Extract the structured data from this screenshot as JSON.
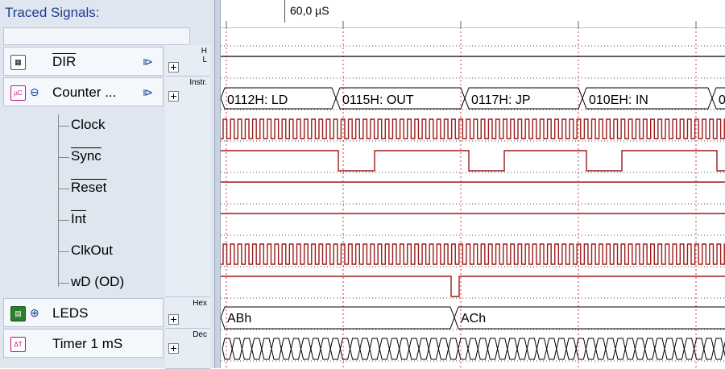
{
  "panel": {
    "title": "Traced Signals:"
  },
  "time_label": "60,0 µS",
  "signals": [
    {
      "name": "DIR",
      "mode": "H\nL",
      "icon": "switch-icon"
    },
    {
      "name": "Counter ...",
      "mode": "Instr.",
      "icon": "microcontroller-icon"
    },
    {
      "name": "LEDS",
      "mode": "Hex",
      "icon": "leds-icon"
    },
    {
      "name": "Timer 1 mS",
      "mode": "Dec",
      "icon": "timer-icon"
    }
  ],
  "children": [
    {
      "name": "Clock"
    },
    {
      "name": "Sync"
    },
    {
      "name": "Reset"
    },
    {
      "name": "Int"
    },
    {
      "name": "ClkOut"
    },
    {
      "name": "wD (OD)"
    }
  ],
  "instructions": [
    "0112H: LD",
    "0115H: OUT",
    "0117H: JP",
    "010EH: IN",
    "0"
  ],
  "leds_values": [
    "ABh",
    "ACh"
  ],
  "colors": {
    "accent": "#1c3f8f",
    "wave": "#9b1b1b",
    "grid_red": "#d23a3a",
    "grid_dots": "#444444",
    "panel_bg": "#dfe6f0"
  }
}
